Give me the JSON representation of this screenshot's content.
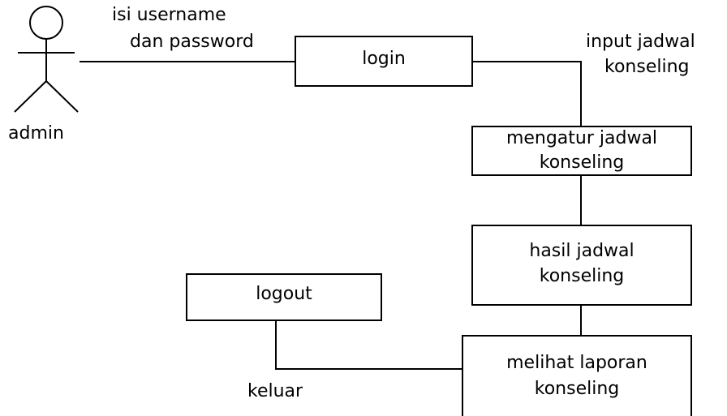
{
  "diagram": {
    "actor": {
      "name": "admin"
    },
    "edge_labels": {
      "credentials_line1": "isi username",
      "credentials_line2": "dan password",
      "input_line1": "input jadwal",
      "input_line2": "konseling",
      "exit": "keluar"
    },
    "nodes": {
      "login": "login",
      "mengatur_line1": "mengatur jadwal",
      "mengatur_line2": "konseling",
      "hasil_line1": "hasil jadwal",
      "hasil_line2": "konseling",
      "logout": "logout",
      "melihat_line1": "melihat laporan",
      "melihat_line2": "konseling"
    }
  }
}
